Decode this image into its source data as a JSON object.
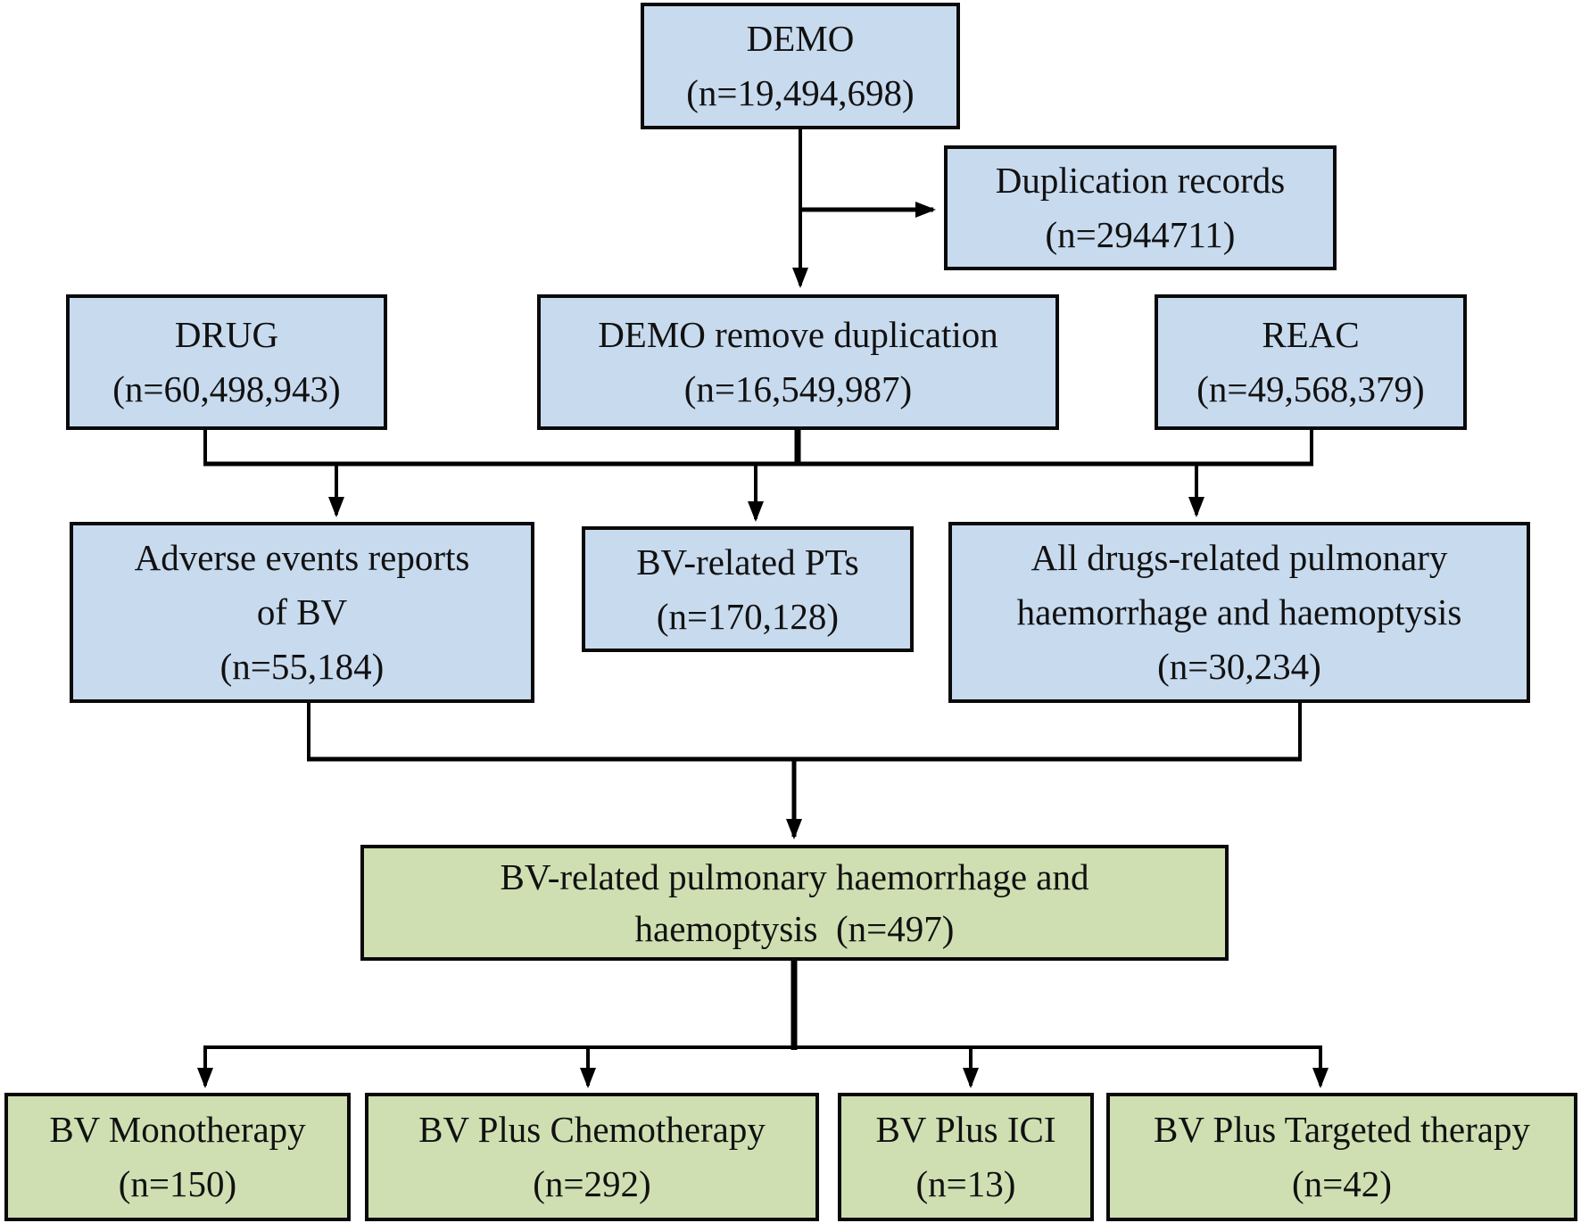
{
  "colors": {
    "box_blue": "#c8daee",
    "box_green": "#cfdfb2",
    "border": "#0a0a0a",
    "line": "#000000"
  },
  "flowchart": {
    "demo": {
      "lines": [
        "DEMO",
        "(n=19,494,698)"
      ]
    },
    "duplication_records": {
      "lines": [
        "Duplication records",
        "(n=2944711)"
      ]
    },
    "drug": {
      "lines": [
        "DRUG",
        "(n=60,498,943)"
      ]
    },
    "demo_dedup": {
      "lines": [
        "DEMO remove duplication",
        "(n=16,549,987)"
      ]
    },
    "reac": {
      "lines": [
        "REAC",
        "(n=49,568,379)"
      ]
    },
    "adverse_bv": {
      "lines": [
        "Adverse events reports",
        "of BV",
        "(n=55,184)"
      ]
    },
    "bv_pts": {
      "lines": [
        "BV-related PTs",
        "(n=170,128)"
      ]
    },
    "all_drugs_ph": {
      "lines": [
        "All drugs-related pulmonary",
        "haemorrhage and haemoptysis",
        "(n=30,234)"
      ]
    },
    "bv_ph": {
      "lines": [
        "BV-related pulmonary haemorrhage and",
        "haemoptysis  (n=497)"
      ]
    },
    "bv_mono": {
      "lines": [
        "BV Monotherapy",
        "(n=150)"
      ]
    },
    "bv_chemo": {
      "lines": [
        "BV Plus Chemotherapy",
        "(n=292)"
      ]
    },
    "bv_ici": {
      "lines": [
        "BV Plus ICI",
        "(n=13)"
      ]
    },
    "bv_targeted": {
      "lines": [
        "BV Plus Targeted therapy",
        "(n=42)"
      ]
    }
  }
}
